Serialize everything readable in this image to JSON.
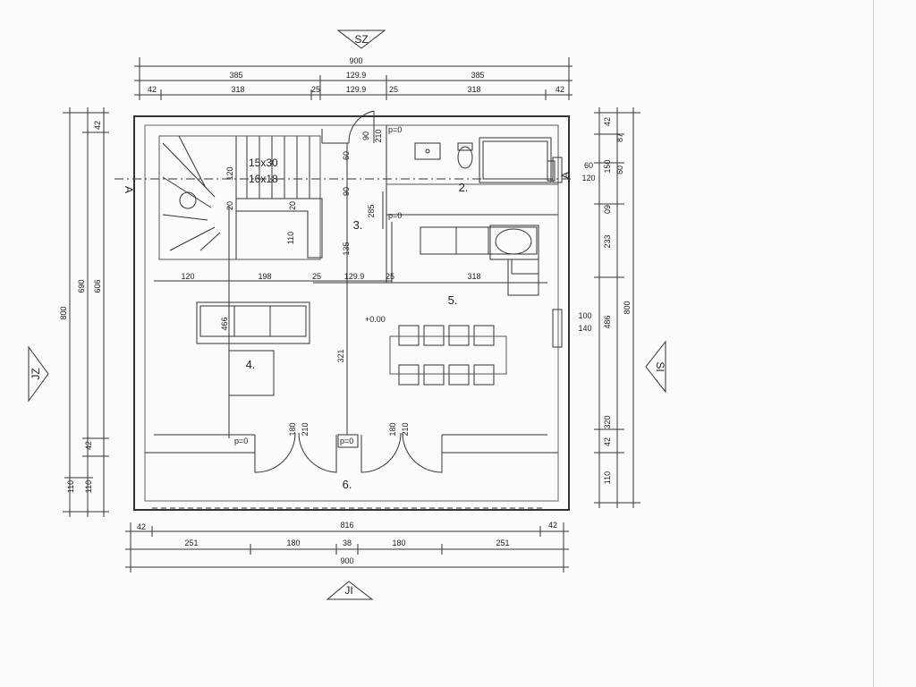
{
  "orientation": {
    "north": "SZ",
    "south": "JI",
    "west": "JZ",
    "east": "SI"
  },
  "section_mark": "A",
  "top_dims": {
    "total": "900",
    "row2": [
      "385",
      "129.9",
      "385"
    ],
    "row3": [
      "42",
      "318",
      "25",
      "129.9",
      "25",
      "318",
      "42"
    ]
  },
  "bottom_dims": {
    "row1": [
      "42",
      "816",
      "42"
    ],
    "row2": [
      "251",
      "180",
      "38",
      "180",
      "251"
    ],
    "total": "900"
  },
  "left_dims": {
    "total": "800",
    "inner1": "690",
    "inner2": "606",
    "top": "42",
    "lower": [
      "42",
      "110",
      "110"
    ]
  },
  "right_dims": {
    "outer": "800",
    "col1": [
      "42",
      "87",
      "150",
      "60",
      "09",
      "233",
      "486",
      "320",
      "42",
      "110"
    ],
    "window_top": [
      "60",
      "120"
    ],
    "window_mid": [
      "100",
      "140"
    ]
  },
  "stair": {
    "spec1": "15x30",
    "spec2": "16x18",
    "dims": [
      "120",
      "20",
      "20",
      "110",
      "60",
      "90",
      "135",
      "285"
    ]
  },
  "interior_dims": {
    "mid_row": [
      "120",
      "198",
      "25",
      "129.9",
      "25",
      "318"
    ],
    "hall": [
      "466",
      "321"
    ],
    "doors": [
      "180",
      "210",
      "180",
      "210"
    ],
    "top_door": [
      "90",
      "210"
    ]
  },
  "floor_marks": {
    "top": "p=0",
    "bottom_left": "p=0",
    "bottom_mid": "p=0",
    "center": "+0.00"
  },
  "rooms": {
    "r2": "2.",
    "r3": "3.",
    "r4": "4.",
    "r5": "5.",
    "r6": "6."
  }
}
